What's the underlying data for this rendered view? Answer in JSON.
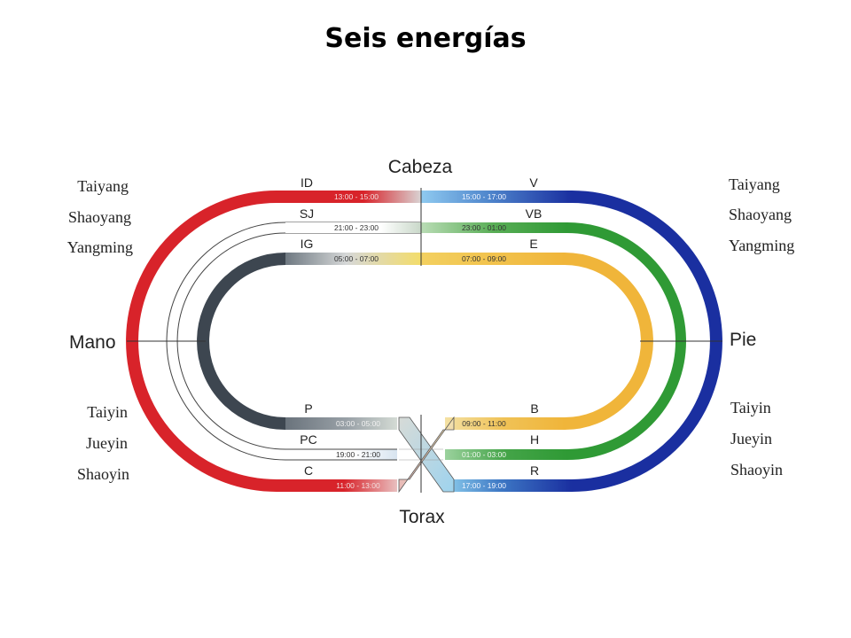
{
  "title": "Seis energías",
  "colors": {
    "red": "#d8232a",
    "blue": "#1a2fa0",
    "light_blue": "#6fb8e8",
    "green": "#2f9a35",
    "yellow": "#f0b53a",
    "dark_gray": "#3d4650",
    "light_gray": "#c9cdd2"
  },
  "directions": {
    "top": "Cabeza",
    "bottom": "Torax",
    "left": "Mano",
    "right": "Pie"
  },
  "left_labels": {
    "yang": [
      "Taiyang",
      "Shaoyang",
      "Yangming"
    ],
    "yin": [
      "Taiyin",
      "Jueyin",
      "Shaoyin"
    ]
  },
  "right_labels": {
    "yang": [
      "Taiyang",
      "Shaoyang",
      "Yangming"
    ],
    "yin": [
      "Taiyin",
      "Jueyin",
      "Shaoyin"
    ]
  },
  "channels": {
    "top_left": [
      {
        "name": "ID",
        "time": "13:00 - 15:00"
      },
      {
        "name": "SJ",
        "time": "21:00 - 23:00"
      },
      {
        "name": "IG",
        "time": "05:00 - 07:00"
      }
    ],
    "top_right": [
      {
        "name": "V",
        "time": "15:00 - 17:00"
      },
      {
        "name": "VB",
        "time": "23:00 - 01:00"
      },
      {
        "name": "E",
        "time": "07:00 - 09:00"
      }
    ],
    "bottom_left": [
      {
        "name": "P",
        "time": "03:00 - 05:00"
      },
      {
        "name": "PC",
        "time": "19:00 - 21:00"
      },
      {
        "name": "C",
        "time": "11:00 - 13:00"
      }
    ],
    "bottom_right": [
      {
        "name": "B",
        "time": "09:00 - 11:00"
      },
      {
        "name": "H",
        "time": "01:00 - 03:00"
      },
      {
        "name": "R",
        "time": "17:00 - 19:00"
      }
    ]
  }
}
